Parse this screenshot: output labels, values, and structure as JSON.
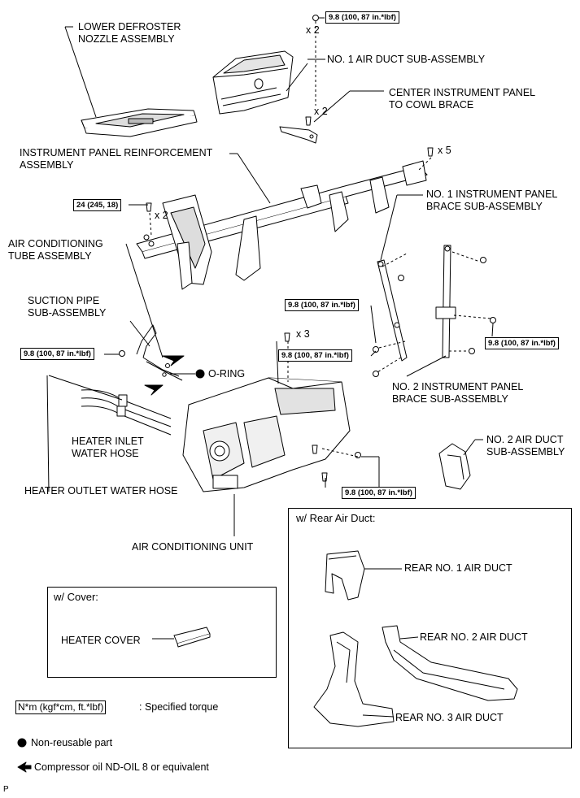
{
  "labels": {
    "lower_defroster": [
      "LOWER DEFROSTER",
      "NOZZLE ASSEMBLY"
    ],
    "no1_air_duct": "NO. 1 AIR DUCT SUB-ASSEMBLY",
    "center_brace": [
      "CENTER INSTRUMENT PANEL",
      "TO COWL BRACE"
    ],
    "reinforcement": [
      "INSTRUMENT PANEL REINFORCEMENT",
      "ASSEMBLY"
    ],
    "no1_brace": [
      "NO. 1 INSTRUMENT PANEL",
      "BRACE SUB-ASSEMBLY"
    ],
    "ac_tube": [
      "AIR CONDITIONING",
      "TUBE ASSEMBLY"
    ],
    "suction_pipe": [
      "SUCTION PIPE",
      "SUB-ASSEMBLY"
    ],
    "o_ring": "O-RING",
    "no2_brace": [
      "NO. 2 INSTRUMENT PANEL",
      "BRACE SUB-ASSEMBLY"
    ],
    "heater_inlet": [
      "HEATER INLET",
      "WATER HOSE"
    ],
    "no2_air_duct": [
      "NO. 2 AIR DUCT",
      "SUB-ASSEMBLY"
    ],
    "heater_outlet": "HEATER OUTLET WATER HOSE",
    "ac_unit": "AIR CONDITIONING UNIT"
  },
  "counts": {
    "x2_top": "x 2",
    "x2_brace": "x 2",
    "x5": "x 5",
    "x2_left": "x 2",
    "x3": "x 3"
  },
  "torques": {
    "t_top": "9.8 (100, 87 in.*lbf)",
    "t_24": "24 (245, 18)",
    "t_left": "9.8 (100, 87 in.*lbf)",
    "t_mid_upper": "9.8 (100, 87 in.*lbf)",
    "t_mid_lower": "9.8 (100, 87 in.*lbf)",
    "t_right": "9.8 (100, 87 in.*lbf)",
    "t_unit": "9.8 (100, 87 in.*lbf)"
  },
  "rear_panel": {
    "title": "w/ Rear Air Duct:",
    "rear1": "REAR NO. 1 AIR DUCT",
    "rear2": "REAR NO. 2 AIR DUCT",
    "rear3": "REAR NO. 3 AIR DUCT"
  },
  "cover_panel": {
    "title": "w/ Cover:",
    "heater_cover": "HEATER COVER"
  },
  "legend": {
    "torque_unit": "N*m (kgf*cm, ft.*lbf)",
    "torque_text": ": Specified torque",
    "nonreusable": "Non-reusable part",
    "oil": "Compressor oil ND-OIL 8 or equivalent"
  },
  "corner_mark": "P"
}
